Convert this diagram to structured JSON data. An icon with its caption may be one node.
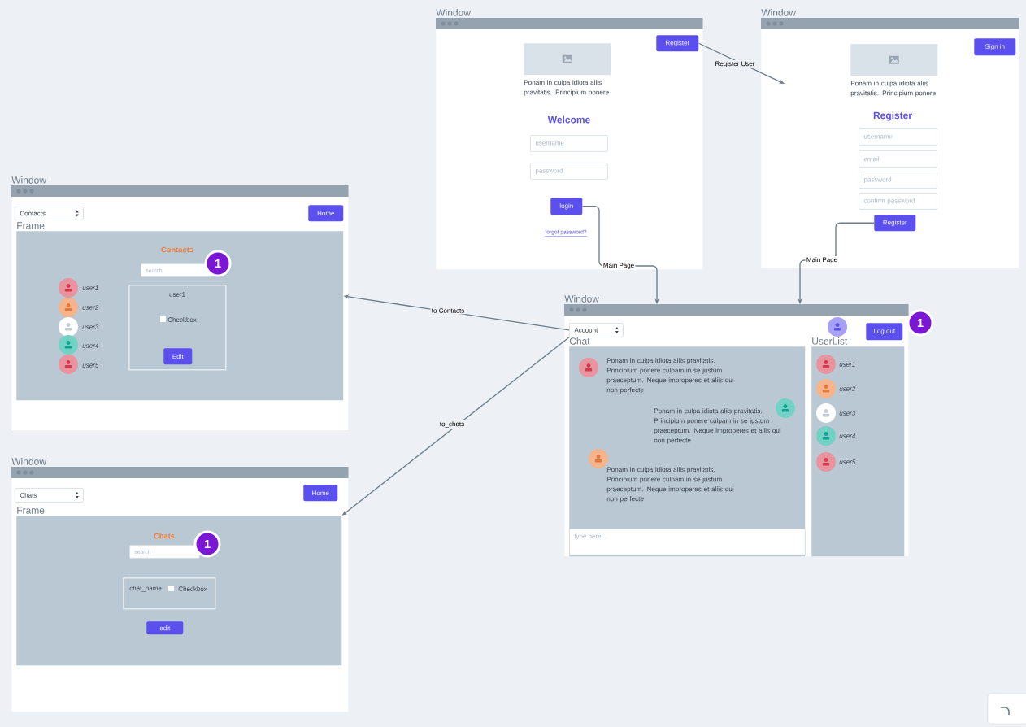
{
  "diagram": {
    "nodes": [
      {
        "text": [
          "Window"
        ]
      },
      {
        "text": [
          "Register"
        ],
        "in": 0
      },
      {
        "text": [],
        "shape": "picture",
        "in": 0
      },
      {
        "text": [
          "username"
        ],
        "in": 0
      },
      {
        "text": [
          "password"
        ],
        "in": 0
      },
      {
        "text": [
          "login"
        ],
        "in": 0
      },
      {
        "text": [
          "Window"
        ]
      },
      {
        "text": [
          "Sign in"
        ],
        "in": 6
      },
      {
        "text": [],
        "shape": "picture",
        "in": 6
      },
      {
        "text": [
          "username"
        ],
        "in": 6
      },
      {
        "text": [
          "email"
        ],
        "in": 6
      },
      {
        "text": [
          "password"
        ],
        "in": 6
      },
      {
        "text": [
          "confirm password"
        ],
        "in": 6
      },
      {
        "text": [
          "Register"
        ],
        "in": 6
      },
      {
        "text": [
          "Window"
        ]
      },
      {
        "text": [
          "Contacts"
        ],
        "in": 14
      },
      {
        "text": [
          "Home"
        ],
        "in": 14
      },
      {
        "text": [
          "Frame"
        ],
        "in": 14
      },
      {
        "text": [
          "search"
        ],
        "in": 17
      },
      {
        "text": [
          "1"
        ],
        "in": 17
      },
      {
        "text": [
          "user1",
          "Checkbox"
        ],
        "in": 17
      },
      {
        "text": [
          "Edit"
        ],
        "in": 20
      },
      {
        "text": [
          "Window"
        ]
      },
      {
        "text": [
          "Account"
        ],
        "in": 22
      },
      {
        "text": [
          "Log out"
        ],
        "in": 22
      },
      {
        "text": [
          "1"
        ]
      },
      {
        "text": [
          "Chat"
        ],
        "in": 22
      },
      {
        "text": [
          "type here..."
        ],
        "in": 26
      },
      {
        "text": [
          "UserList"
        ],
        "in": 22
      },
      {
        "text": [
          "Window"
        ]
      },
      {
        "text": [
          "Chats"
        ],
        "in": 29
      },
      {
        "text": [
          "Home"
        ],
        "in": 29
      },
      {
        "text": [
          "Frame"
        ],
        "in": 29
      },
      {
        "text": [
          "search"
        ],
        "in": 32
      },
      {
        "text": [
          "1"
        ],
        "in": 32
      },
      {
        "text": [
          "chat_name",
          "Checkbox"
        ],
        "in": 32
      },
      {
        "text": [
          "edit"
        ],
        "in": 32
      }
    ],
    "edges": [
      {
        "from": 1,
        "to": 6,
        "arrow": "to",
        "label": "Register User"
      },
      {
        "from": 5,
        "to": 22,
        "arrow": "to",
        "label": "Main Page"
      },
      {
        "from": 13,
        "to": 22,
        "arrow": "to",
        "label": "Main Page"
      },
      {
        "from": 23,
        "to": 17,
        "arrow": "to",
        "label": "to Contacts"
      },
      {
        "from": 23,
        "to": 32,
        "arrow": "to",
        "label": "to_chats"
      }
    ],
    "labels": [
      "Ponam in culpa idiota aliis pravitatis. Principium ponere",
      "Welcome",
      "forgot password?",
      "Ponam in culpa idiota aliis pravitatis. Principium ponere",
      "Register",
      "Contacts",
      "user1",
      "user2",
      "user3",
      "user4",
      "user5",
      "Ponam in culpa idiota aliis pravitatis. Principium ponere culpam in se justum praeceptum. Neque improperes et aliis qui non perfecte",
      "Ponam in culpa idiota aliis pravitatis. Principium ponere culpam in se justum praeceptum. Neque improperes et aliis qui non perfecte",
      "Ponam in culpa idiota aliis pravitatis. Principium ponere culpam in se justum praeceptum. Neque improperes et aliis qui non perfecte",
      "user1",
      "user2",
      "user3",
      "user4",
      "user5",
      "Chats"
    ]
  }
}
